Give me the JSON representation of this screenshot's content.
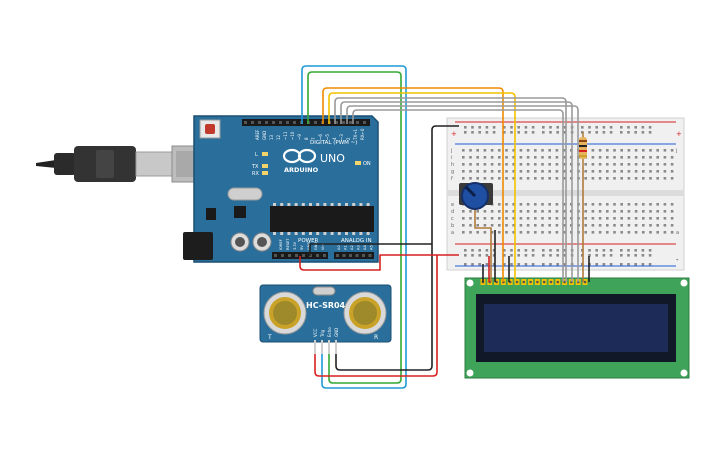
{
  "arduino": {
    "logo_text": "ARDUINO",
    "model_text": "UNO",
    "digital_label": "DIGITAL (PWM ~)",
    "power_label": "POWER",
    "analog_label": "ANALOG IN",
    "on_label": "ON",
    "tx_label": "TX",
    "rx_label": "RX",
    "l_label": "L",
    "aref_label": "AREF",
    "gnd_label": "GND",
    "digital_pins": [
      "13",
      "12",
      "~11",
      "~10",
      "~9",
      "8",
      "7",
      "~6",
      "~5",
      "4",
      "~3",
      "2",
      "TX→1",
      "RX←0"
    ],
    "power_pins": [
      "IOREF",
      "RESET",
      "3.3V",
      "5V",
      "GND",
      "GND",
      "Vin"
    ],
    "analog_pins": [
      "A0",
      "A1",
      "A2",
      "A3",
      "A4",
      "A5"
    ]
  },
  "sensor": {
    "model_text": "HC-SR04",
    "pins": [
      "VCC",
      "Trig",
      "Echo",
      "GND"
    ],
    "left_mark": "T",
    "right_mark": "R"
  },
  "breadboard": {
    "row_letters_top": [
      "j",
      "i",
      "h",
      "g",
      "f"
    ],
    "row_letters_bottom": [
      "e",
      "d",
      "c",
      "b",
      "a"
    ],
    "plus_label": "+",
    "minus_label": "-"
  },
  "colors": {
    "arduino_board": "#2a6f9c",
    "lcd_board": "#3fa35a",
    "lcd_screen": "#1c2b58",
    "wire_red": "#d62020",
    "wire_black": "#222222",
    "wire_blue": "#1e9ad6",
    "wire_green": "#33aa33",
    "wire_orange": "#f08a00",
    "wire_yellow": "#f2c200",
    "wire_gray": "#9a9a9a",
    "wire_brown": "#b07a3a"
  }
}
